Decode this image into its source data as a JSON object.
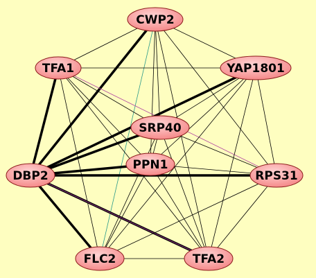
{
  "graph": {
    "background_color": "#FEFEC0",
    "node_fill_color": "#F58A8A",
    "node_highlight_color": "#FFD4D4",
    "edge_color": "#000000",
    "edge_color_purple": "#B040A0",
    "edge_color_teal": "#2A9A8A",
    "nodes": [
      {
        "id": "CWP2",
        "label": "CWP2"
      },
      {
        "id": "TFA1",
        "label": "TFA1"
      },
      {
        "id": "YAP1801",
        "label": "YAP1801"
      },
      {
        "id": "SRP40",
        "label": "SRP40"
      },
      {
        "id": "PPN1",
        "label": "PPN1"
      },
      {
        "id": "DBP2",
        "label": "DBP2"
      },
      {
        "id": "RPS31",
        "label": "RPS31"
      },
      {
        "id": "FLC2",
        "label": "FLC2"
      },
      {
        "id": "TFA2",
        "label": "TFA2"
      }
    ],
    "edges": [
      {
        "source": "CWP2",
        "target": "TFA1",
        "weight": "thin",
        "color": "black"
      },
      {
        "source": "CWP2",
        "target": "YAP1801",
        "weight": "thin",
        "color": "black"
      },
      {
        "source": "CWP2",
        "target": "DBP2",
        "weight": "thick",
        "color": "black"
      },
      {
        "source": "CWP2",
        "target": "SRP40",
        "weight": "thin",
        "color": "black"
      },
      {
        "source": "CWP2",
        "target": "PPN1",
        "weight": "thin",
        "color": "black"
      },
      {
        "source": "CWP2",
        "target": "RPS31",
        "weight": "thin",
        "color": "black"
      },
      {
        "source": "CWP2",
        "target": "FLC2",
        "weight": "thin",
        "color": "teal"
      },
      {
        "source": "CWP2",
        "target": "TFA2",
        "weight": "thin",
        "color": "black"
      },
      {
        "source": "TFA1",
        "target": "YAP1801",
        "weight": "thin",
        "color": "black"
      },
      {
        "source": "TFA1",
        "target": "DBP2",
        "weight": "thick",
        "color": "black"
      },
      {
        "source": "TFA1",
        "target": "SRP40",
        "weight": "thin",
        "color": "black"
      },
      {
        "source": "TFA1",
        "target": "PPN1",
        "weight": "thin",
        "color": "black"
      },
      {
        "source": "TFA1",
        "target": "RPS31",
        "weight": "thin",
        "color": "purple"
      },
      {
        "source": "TFA1",
        "target": "FLC2",
        "weight": "thin",
        "color": "black"
      },
      {
        "source": "TFA1",
        "target": "TFA2",
        "weight": "thin",
        "color": "black"
      },
      {
        "source": "YAP1801",
        "target": "DBP2",
        "weight": "thick",
        "color": "black"
      },
      {
        "source": "YAP1801",
        "target": "SRP40",
        "weight": "thin",
        "color": "black"
      },
      {
        "source": "YAP1801",
        "target": "PPN1",
        "weight": "thin",
        "color": "black"
      },
      {
        "source": "YAP1801",
        "target": "RPS31",
        "weight": "thin",
        "color": "black"
      },
      {
        "source": "YAP1801",
        "target": "FLC2",
        "weight": "thin",
        "color": "black"
      },
      {
        "source": "YAP1801",
        "target": "TFA2",
        "weight": "thin",
        "color": "black"
      },
      {
        "source": "SRP40",
        "target": "DBP2",
        "weight": "thick",
        "color": "black"
      },
      {
        "source": "SRP40",
        "target": "PPN1",
        "weight": "thin",
        "color": "black"
      },
      {
        "source": "SRP40",
        "target": "RPS31",
        "weight": "thin",
        "color": "black"
      },
      {
        "source": "SRP40",
        "target": "FLC2",
        "weight": "thin",
        "color": "black"
      },
      {
        "source": "SRP40",
        "target": "TFA2",
        "weight": "thin",
        "color": "black"
      },
      {
        "source": "PPN1",
        "target": "DBP2",
        "weight": "thick",
        "color": "black"
      },
      {
        "source": "PPN1",
        "target": "RPS31",
        "weight": "thin",
        "color": "black"
      },
      {
        "source": "PPN1",
        "target": "FLC2",
        "weight": "thin",
        "color": "black"
      },
      {
        "source": "PPN1",
        "target": "TFA2",
        "weight": "thin",
        "color": "black"
      },
      {
        "source": "DBP2",
        "target": "RPS31",
        "weight": "thick",
        "color": "black"
      },
      {
        "source": "DBP2",
        "target": "FLC2",
        "weight": "thick",
        "color": "black"
      },
      {
        "source": "DBP2",
        "target": "TFA2",
        "weight": "thick",
        "color": "black"
      },
      {
        "source": "DBP2",
        "target": "TFA2",
        "weight": "thin",
        "color": "purple"
      },
      {
        "source": "RPS31",
        "target": "FLC2",
        "weight": "thin",
        "color": "black"
      },
      {
        "source": "RPS31",
        "target": "TFA2",
        "weight": "thin",
        "color": "black"
      },
      {
        "source": "FLC2",
        "target": "TFA2",
        "weight": "thin",
        "color": "black"
      }
    ]
  }
}
